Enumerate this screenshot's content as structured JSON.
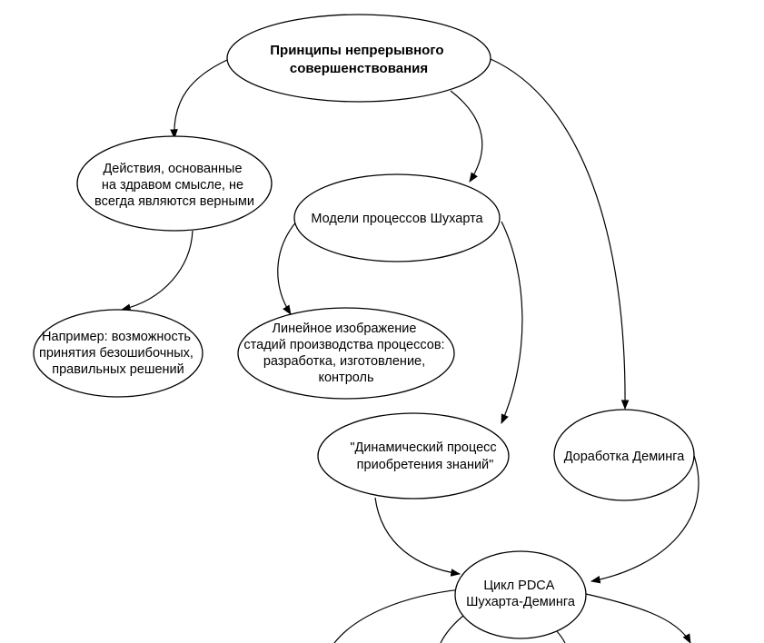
{
  "nodes": {
    "root": [
      "Принципы непрерывного",
      "совершенствования"
    ],
    "common_sense": [
      "Действия, основанные",
      "на здравом смысле, не",
      "всегда являются верными"
    ],
    "example": [
      "Например: возможность",
      "принятия безошибочных,",
      "правильных решений"
    ],
    "shewhart_models": [
      "Модели процессов Шухарта"
    ],
    "linear": [
      "Линейное изображение",
      "стадий производства процессов:",
      "разработка, изготовление,",
      "контроль"
    ],
    "dynamic": [
      "\"Динамический процесс",
      "приобретения знаний\""
    ],
    "deming": [
      "Доработка Деминга"
    ],
    "pdca": [
      "Цикл PDCA",
      "Шухарта-Деминга"
    ]
  },
  "colors": {
    "stroke": "#000000",
    "fill": "#ffffff",
    "text": "#000000"
  }
}
